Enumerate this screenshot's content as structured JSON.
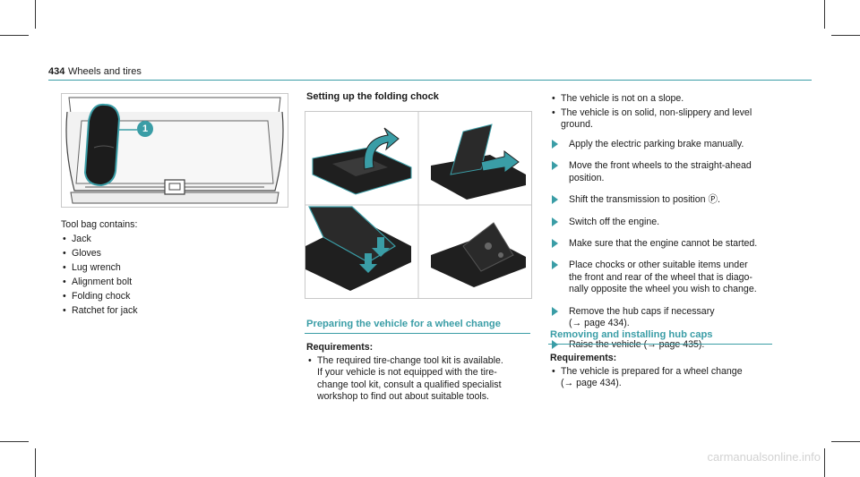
{
  "header": {
    "page_number": "434",
    "title": "Wheels and tires"
  },
  "left": {
    "figure_callout": "1",
    "tool_bag_intro": "Tool bag contains:",
    "tool_bag_items": [
      "Jack",
      "Gloves",
      "Lug wrench",
      "Alignment bolt",
      "Folding chock",
      "Ratchet for jack"
    ]
  },
  "middle": {
    "folding_title": "Setting up the folding chock",
    "preparing_title": "Preparing the vehicle for a wheel change",
    "requirements_label": "Requirements:",
    "requirements": [
      [
        "The required tire-change tool kit is available.",
        "If your vehicle is not equipped with the tire-",
        "change tool kit, consult a qualified specialist",
        "workshop to find out about suitable tools."
      ]
    ]
  },
  "right": {
    "conditions": [
      [
        "The vehicle is not on a slope."
      ],
      [
        "The vehicle is on solid, non-slippery and level",
        "ground."
      ]
    ],
    "steps": [
      [
        "Apply the electric parking brake manually."
      ],
      [
        "Move the front wheels to the straight-ahead",
        "position."
      ],
      [
        "Shift the transmission to position Ⓟ."
      ],
      [
        "Switch off the engine."
      ],
      [
        "Make sure that the engine cannot be started."
      ],
      [
        "Place chocks or other suitable items under",
        "the front and rear of the wheel that is diago-",
        "nally opposite the wheel you wish to change."
      ],
      [
        "Remove the hub caps if necessary",
        "(→ page 434)."
      ],
      [
        "Raise the vehicle (→ page 435)."
      ]
    ],
    "hubcaps_title": "Removing and installing hub caps",
    "hubcaps_req_label": "Requirements:",
    "hubcaps_requirements": [
      [
        "The vehicle is prepared for a wheel change",
        "(→ page 434)."
      ]
    ]
  },
  "watermark": "carmanualsonline.info",
  "colors": {
    "accent": "#3a9da6",
    "rule": "#3a9da6",
    "dark": "#1a1a1a"
  }
}
